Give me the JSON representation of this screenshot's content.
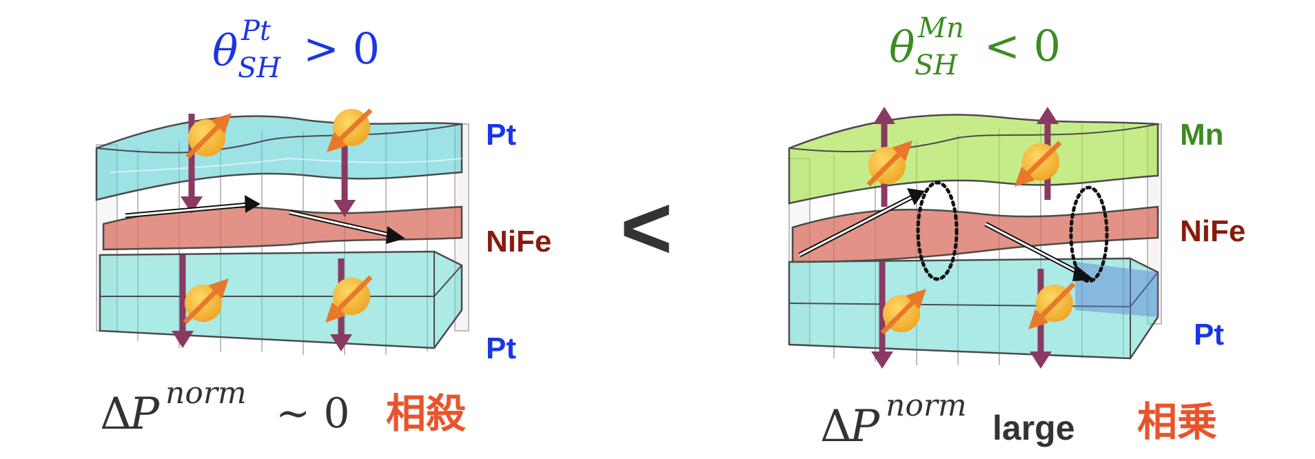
{
  "colors": {
    "pt_blue": "#1a35e6",
    "mn_green": "#3c8c22",
    "nife_red": "#8a1a0e",
    "cjk_orange": "#e8542c",
    "dark_text": "#333333",
    "spin_arrow": "#8a3a62",
    "spin_ball": "#f4b93a",
    "spin_axis": "#e8782a"
  },
  "left_panel": {
    "theta_symbol": "θ",
    "theta_sup": "Pt",
    "theta_sub": "SH",
    "relation": "> 0",
    "layer_top": "Pt",
    "layer_middle": "NiFe",
    "layer_bottom": "Pt",
    "delta": "Δ",
    "P": "P",
    "norm_sup": "norm",
    "result": "∼ 0",
    "label_cjk": "相殺"
  },
  "comparison_symbol": "<",
  "right_panel": {
    "theta_symbol": "θ",
    "theta_sup": "Mn",
    "theta_sub": "SH",
    "relation": "< 0",
    "layer_top": "Mn",
    "layer_middle": "NiFe",
    "layer_bottom": "Pt",
    "delta": "Δ",
    "P": "P",
    "norm_sup": "norm",
    "result": "large",
    "label_cjk": "相乗"
  }
}
